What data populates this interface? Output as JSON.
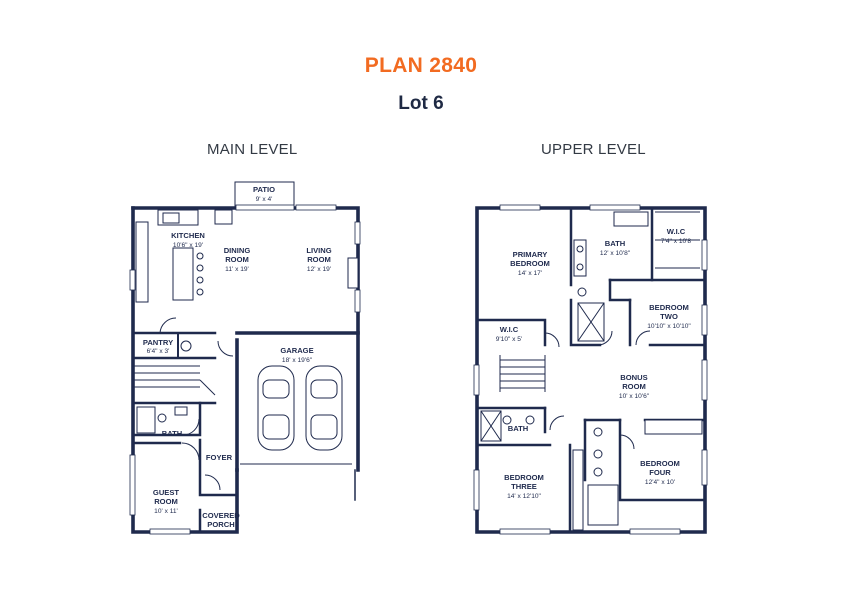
{
  "header": {
    "title": "PLAN 2840",
    "subtitle": "Lot 6"
  },
  "colors": {
    "accent": "#f26b21",
    "walls": "#1f2a4d",
    "background": "#ffffff"
  },
  "main_level": {
    "title": "MAIN LEVEL",
    "rooms": {
      "patio": {
        "name": "PATIO",
        "size": "9' x 4'"
      },
      "kitchen": {
        "name": "KITCHEN",
        "size": "10'6\" x 19'"
      },
      "dining": {
        "name_1": "DINING",
        "name_2": "ROOM",
        "size": "11' x 19'"
      },
      "living": {
        "name_1": "LIVING",
        "name_2": "ROOM",
        "size": "12' x 19'"
      },
      "pantry": {
        "name": "PANTRY",
        "size": "6'4\" x 3'"
      },
      "garage": {
        "name": "GARAGE",
        "size": "18' x 19'6\""
      },
      "bath": {
        "name": "BATH"
      },
      "foyer": {
        "name": "FOYER"
      },
      "guest": {
        "name_1": "GUEST",
        "name_2": "ROOM",
        "size": "10' x 11'"
      },
      "porch": {
        "name_1": "COVERED",
        "name_2": "PORCH"
      }
    }
  },
  "upper_level": {
    "title": "UPPER LEVEL",
    "rooms": {
      "primary": {
        "name_1": "PRIMARY",
        "name_2": "BEDROOM",
        "size": "14' x 17'"
      },
      "bath_primary": {
        "name": "BATH",
        "size": "12' x 10'8\""
      },
      "wic_primary": {
        "name": "W.I.C",
        "size": "7'4\" x 10'8"
      },
      "bedroom_two": {
        "name_1": "BEDROOM",
        "name_2": "TWO",
        "size": "10'10\" x 10'10\""
      },
      "wic_small": {
        "name": "W.I.C",
        "size": "9'10\" x 5'"
      },
      "bonus": {
        "name_1": "BONUS",
        "name_2": "ROOM",
        "size": "10' x 10'6\""
      },
      "bath_hall": {
        "name": "BATH"
      },
      "bedroom_three": {
        "name_1": "BEDROOM",
        "name_2": "THREE",
        "size": "14' x 12'10\""
      },
      "bedroom_four": {
        "name_1": "BEDROOM",
        "name_2": "FOUR",
        "size": "12'4\" x 10'"
      }
    }
  }
}
